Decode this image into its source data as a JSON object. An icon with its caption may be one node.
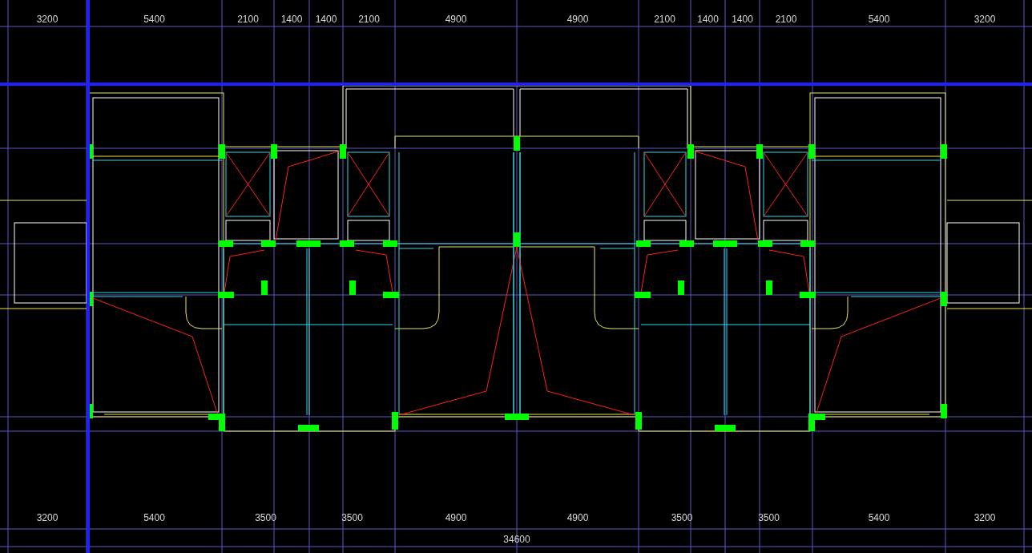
{
  "diagram": {
    "labels": [
      "3200",
      "5400",
      "2100",
      "1400",
      "1400",
      "2100",
      "4900",
      "4900",
      "2100",
      "1400",
      "1400",
      "2100",
      "5400",
      "3200",
      "3200",
      "5400",
      "3500",
      "3500",
      "4900",
      "4900",
      "3500",
      "3500",
      "5400",
      "3200",
      "34600"
    ]
  }
}
